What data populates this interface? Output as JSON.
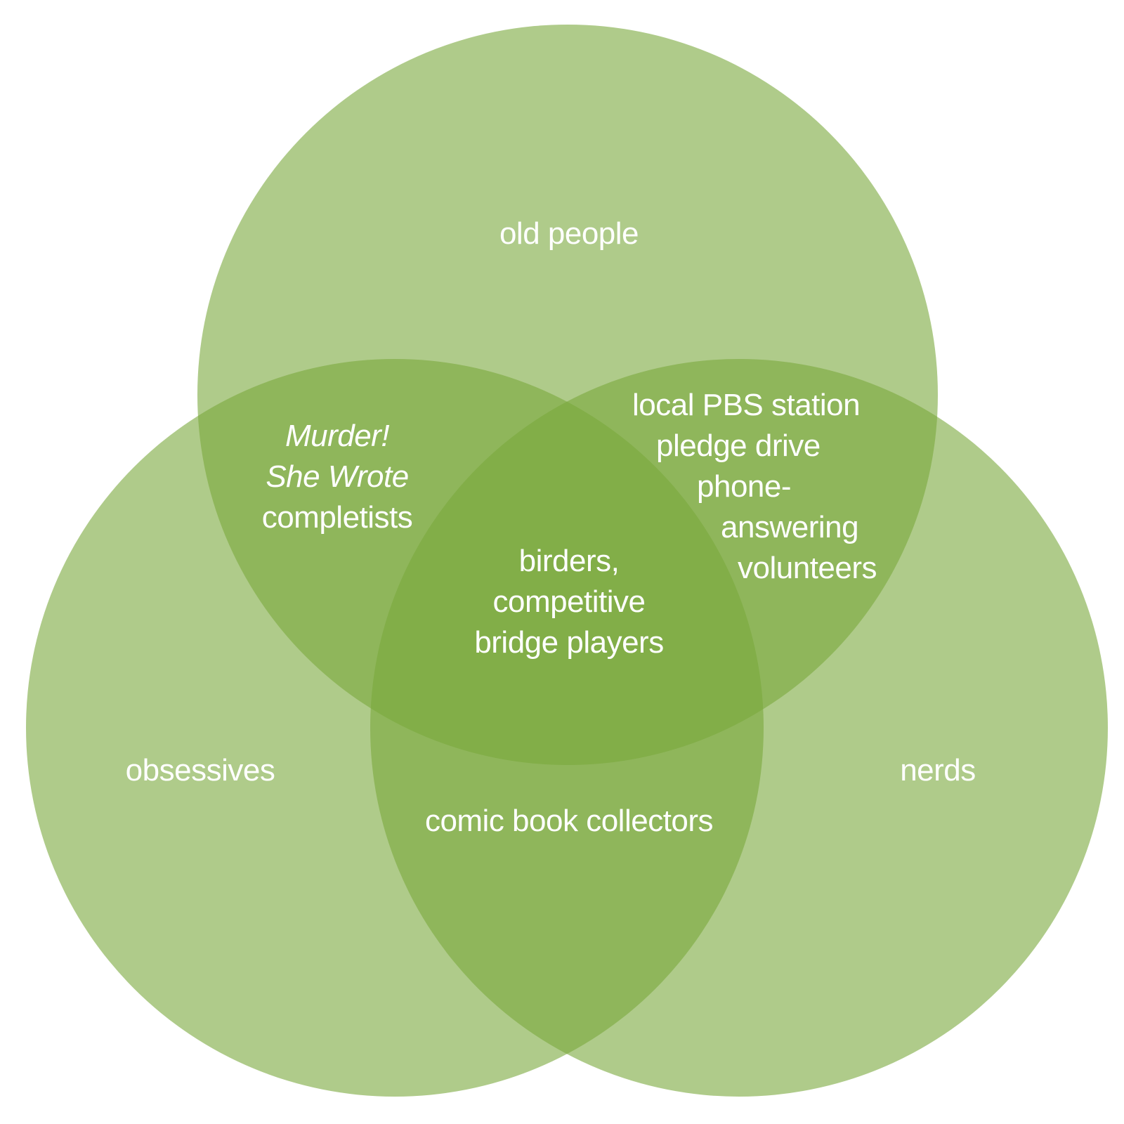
{
  "colors": {
    "circle_fill": "#7aa83c",
    "circle_opacity": 0.6,
    "label_text": "#ffffff",
    "background": "#ffffff"
  },
  "sets": {
    "old_people": "old people",
    "obsessives": "obsessives",
    "nerds": "nerds"
  },
  "intersections": {
    "old_obsessives": {
      "line1": "Murder!",
      "line2": "She Wrote",
      "line3": "completists"
    },
    "old_nerds": {
      "line1": "local PBS station",
      "line2": "pledge drive",
      "line3": "phone-",
      "line4": "answering",
      "line5": "volunteers"
    },
    "all_three": {
      "line1": "birders,",
      "line2": "competitive",
      "line3": "bridge players"
    },
    "obsessives_nerds": "comic book collectors"
  }
}
